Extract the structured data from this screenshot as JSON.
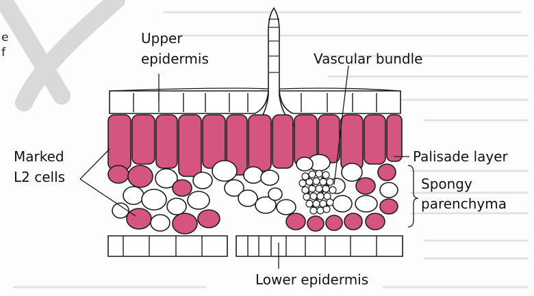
{
  "colors": {
    "marked_cell": "#d4567e",
    "outline": "#1a1a1a",
    "watermark": "#d9d9d9"
  },
  "labels": {
    "upper_epidermis_line1": "Upper",
    "upper_epidermis_line2": "epidermis",
    "vascular_bundle": "Vascular bundle",
    "palisade_layer": "Palisade layer",
    "marked_l2_line1": "Marked",
    "marked_l2_line2": "L2 cells",
    "spongy_line1": "Spongy",
    "spongy_line2": "parenchyma",
    "lower_epidermis": "Lower epidermis"
  },
  "edge_fragments": {
    "line1": "e",
    "line2": "f"
  },
  "watermark_text": "X"
}
